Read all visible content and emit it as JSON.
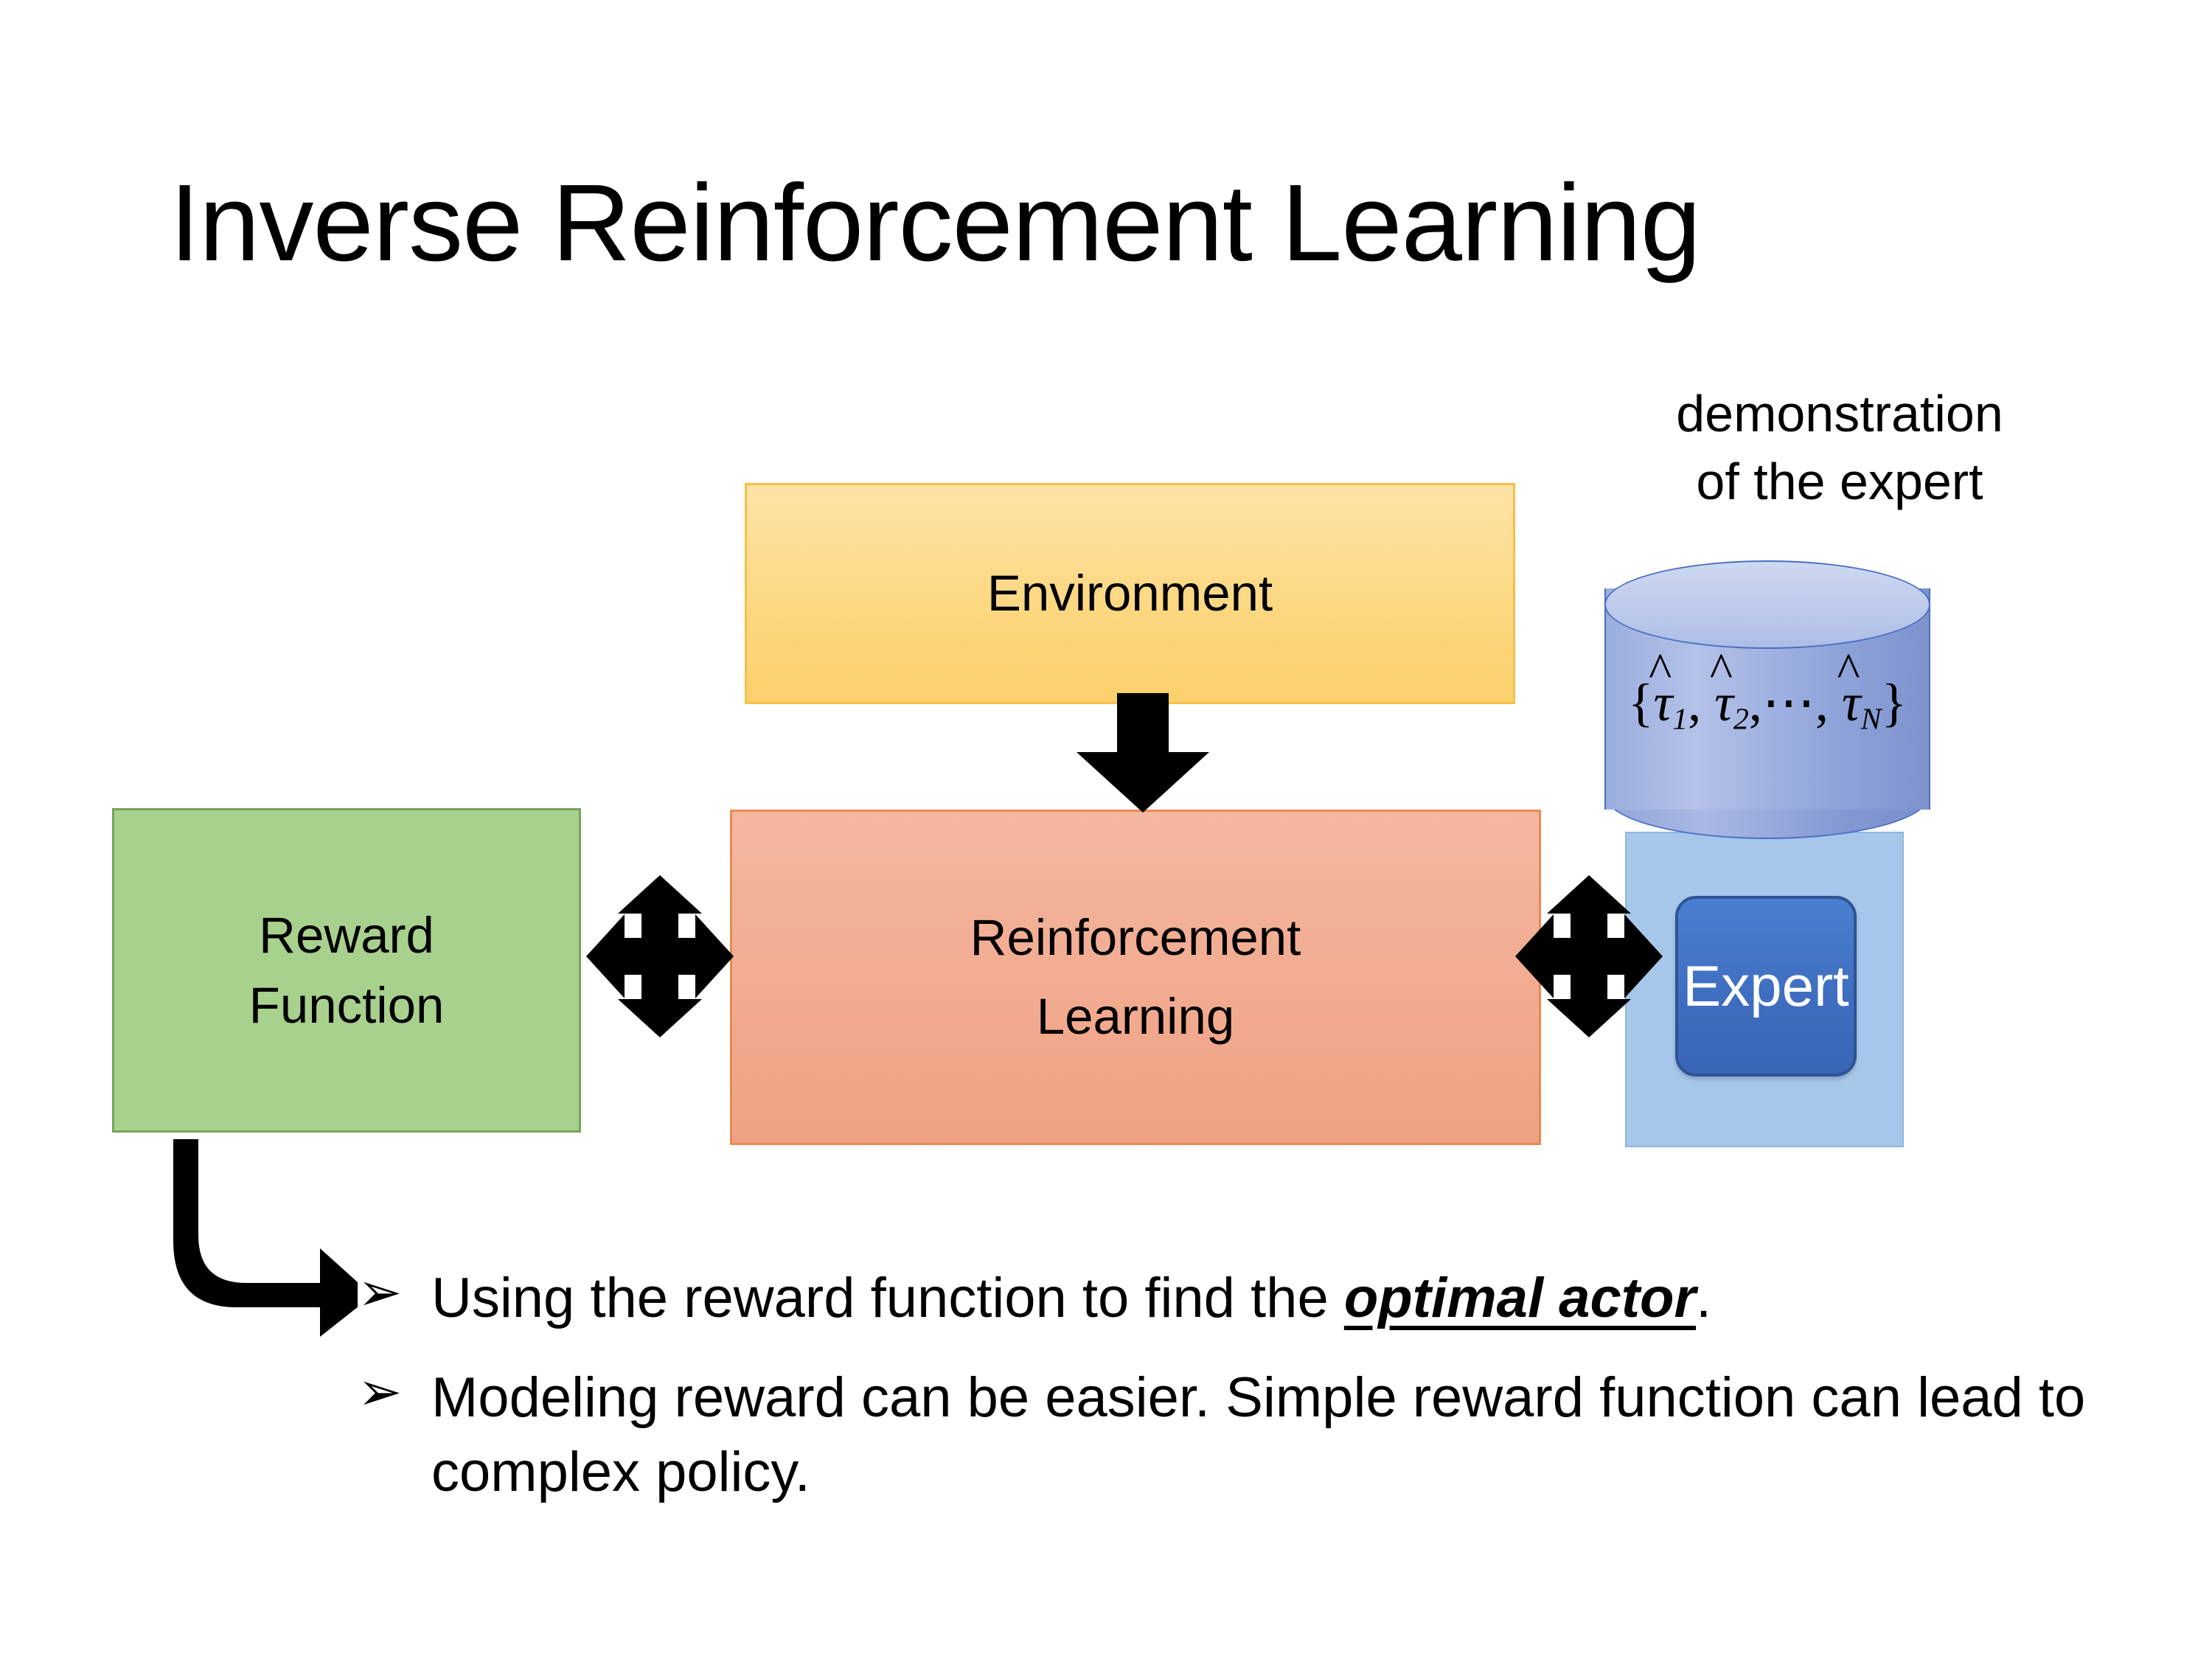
{
  "slide": {
    "title": "Inverse Reinforcement Learning",
    "background_color": "#ffffff"
  },
  "diagram": {
    "environment": {
      "label": "Environment",
      "fill_color": "#fcd77f",
      "border_color": "#f5bf4a"
    },
    "reinforcement_learning": {
      "label": "Reinforcement\nLearning",
      "line1": "Reinforcement",
      "line2": "Learning",
      "fill_color": "#f2ad93",
      "border_color": "#e88a52"
    },
    "reward_function": {
      "line1": "Reward",
      "line2": "Function",
      "fill_color": "#a9d18e",
      "border_color": "#76a35a"
    },
    "expert": {
      "label": "Expert",
      "fill_color": "#3f6ec0",
      "border_color": "#2e5495",
      "text_color": "#ffffff"
    },
    "expert_panel": {
      "fill_color": "#a7c7ea",
      "border_color": "#8fb6e0"
    },
    "demonstration": {
      "caption_line1": "demonstration",
      "caption_line2": "of the expert",
      "cylinder_fill_color": "#9aadde",
      "cylinder_top_color": "#cdd8f1",
      "cylinder_border_color": "#4a6fc0",
      "formula_plain": "{ τ̂1, τ̂2, ⋯ , τ̂N }",
      "formula_parts": {
        "open_brace": "{",
        "tau": "τ",
        "sub1": "1",
        "sub2": "2",
        "subN": "N",
        "comma": ",",
        "ellipsis": "⋯",
        "close_brace": "}"
      }
    },
    "arrows": {
      "env_to_rl": "down-arrow-icon",
      "reward_rl_link": "four-way-arrow-icon",
      "rl_expert_link": "four-way-arrow-icon",
      "reward_to_bullet": "bent-arrow-icon",
      "color": "#000000"
    }
  },
  "bullets": [
    {
      "marker": "➢",
      "text_before": "Using the reward function to find the ",
      "emphasis": "optimal actor",
      "text_after": "."
    },
    {
      "marker": "➢",
      "text_before": "Modeling reward can be easier. Simple reward function can lead to complex policy.",
      "emphasis": "",
      "text_after": ""
    }
  ]
}
